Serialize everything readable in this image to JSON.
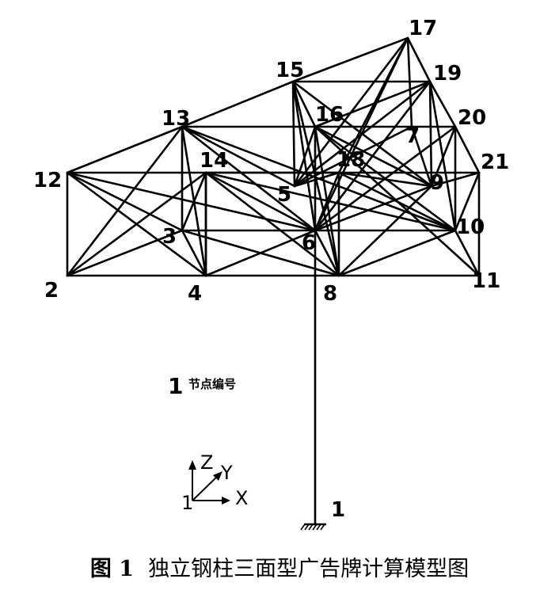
{
  "nodes": [
    {
      "id": "1"
    },
    {
      "id": "2"
    },
    {
      "id": "3"
    },
    {
      "id": "4"
    },
    {
      "id": "5"
    },
    {
      "id": "6"
    },
    {
      "id": "7"
    },
    {
      "id": "8"
    },
    {
      "id": "9"
    },
    {
      "id": "10"
    },
    {
      "id": "11"
    },
    {
      "id": "12"
    },
    {
      "id": "13"
    },
    {
      "id": "14"
    },
    {
      "id": "15"
    },
    {
      "id": "16"
    },
    {
      "id": "17"
    },
    {
      "id": "18"
    },
    {
      "id": "19"
    },
    {
      "id": "20"
    },
    {
      "id": "21"
    }
  ],
  "members": [
    [
      "2",
      "4"
    ],
    [
      "4",
      "8"
    ],
    [
      "8",
      "11"
    ],
    [
      "2",
      "12"
    ],
    [
      "12",
      "21"
    ],
    [
      "21",
      "11"
    ],
    [
      "12",
      "13"
    ],
    [
      "13",
      "15"
    ],
    [
      "15",
      "17"
    ],
    [
      "17",
      "19"
    ],
    [
      "19",
      "20"
    ],
    [
      "20",
      "21"
    ],
    [
      "13",
      "16"
    ],
    [
      "16",
      "20"
    ],
    [
      "15",
      "19"
    ],
    [
      "13",
      "3"
    ],
    [
      "3",
      "4"
    ],
    [
      "3",
      "6"
    ],
    [
      "6",
      "10"
    ],
    [
      "10",
      "11"
    ],
    [
      "14",
      "18"
    ],
    [
      "18",
      "9"
    ],
    [
      "5",
      "7"
    ],
    [
      "16",
      "6"
    ],
    [
      "15",
      "5"
    ],
    [
      "16",
      "5"
    ],
    [
      "17",
      "7"
    ],
    [
      "19",
      "9"
    ],
    [
      "20",
      "10"
    ],
    [
      "6",
      "8"
    ],
    [
      "14",
      "3"
    ],
    [
      "2",
      "13"
    ],
    [
      "2",
      "3"
    ],
    [
      "2",
      "14"
    ],
    [
      "12",
      "3"
    ],
    [
      "12",
      "4"
    ],
    [
      "12",
      "6"
    ],
    [
      "13",
      "4"
    ],
    [
      "13",
      "6"
    ],
    [
      "14",
      "4"
    ],
    [
      "3",
      "8"
    ],
    [
      "4",
      "6"
    ],
    [
      "4",
      "14"
    ],
    [
      "13",
      "5"
    ],
    [
      "13",
      "10"
    ],
    [
      "14",
      "6"
    ],
    [
      "14",
      "8"
    ],
    [
      "14",
      "10"
    ],
    [
      "15",
      "6"
    ],
    [
      "15",
      "9"
    ],
    [
      "15",
      "8"
    ],
    [
      "16",
      "8"
    ],
    [
      "16",
      "10"
    ],
    [
      "16",
      "9"
    ],
    [
      "16",
      "11"
    ],
    [
      "17",
      "5"
    ],
    [
      "17",
      "6"
    ],
    [
      "17",
      "18"
    ],
    [
      "19",
      "5"
    ],
    [
      "19",
      "6"
    ],
    [
      "19",
      "10"
    ],
    [
      "20",
      "6"
    ],
    [
      "20",
      "9"
    ],
    [
      "21",
      "10"
    ],
    [
      "21",
      "9"
    ],
    [
      "18",
      "6"
    ],
    [
      "18",
      "10"
    ],
    [
      "18",
      "8"
    ],
    [
      "6",
      "9"
    ],
    [
      "8",
      "9"
    ],
    [
      "8",
      "10"
    ],
    [
      "7",
      "9"
    ],
    [
      "5",
      "18"
    ],
    [
      "16",
      "19"
    ],
    [
      "15",
      "16"
    ]
  ],
  "legend": {
    "sample_number": "1",
    "text": "节点编号"
  },
  "axes": {
    "x": "X",
    "y": "Y",
    "z": "Z",
    "origin": "1"
  },
  "caption": {
    "figure_no": "图 1",
    "title": "独立钢柱三面型广告牌计算模型图"
  }
}
